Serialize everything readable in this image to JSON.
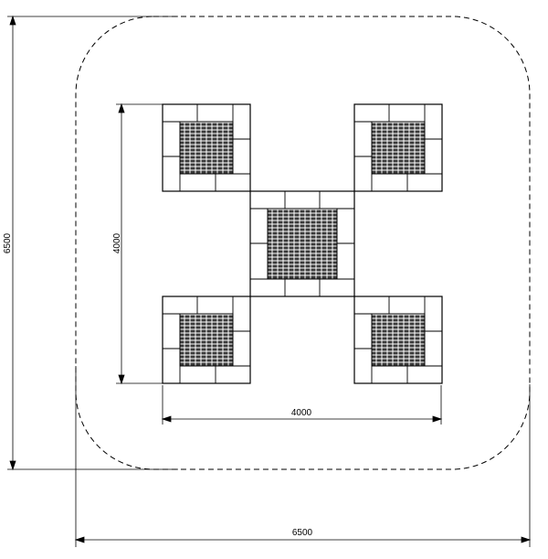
{
  "dimensions": {
    "overall_height": "6500",
    "overall_width": "6500",
    "inner_height": "4000",
    "inner_width": "4000"
  },
  "colors": {
    "line": "#000000",
    "hatch": "#2a2a2a",
    "background": "#ffffff"
  }
}
